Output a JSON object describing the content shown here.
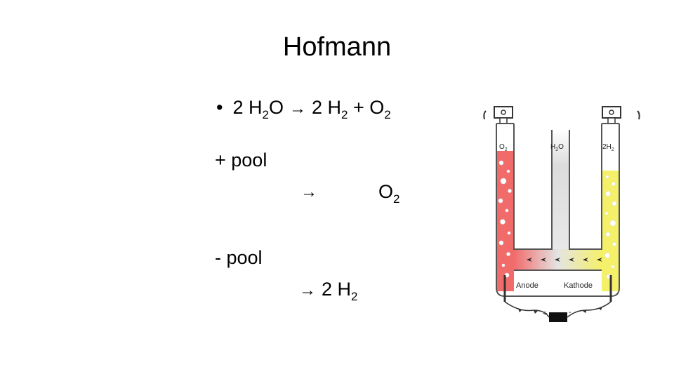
{
  "slide": {
    "title": "Hofmann",
    "equation": {
      "bullet": "•",
      "left": [
        "2 H",
        "2",
        "O"
      ],
      "arrow": "→",
      "right": [
        "2 H",
        "2",
        " + O",
        "2"
      ]
    },
    "plus_pool": "+ pool",
    "plus_arrow": "→",
    "plus_product": [
      "O",
      "2"
    ],
    "minus_pool": "- pool",
    "minus_arrow": "→",
    "minus_product": [
      "2 H",
      "2"
    ]
  },
  "diagram": {
    "labels": {
      "left_tube": "O",
      "left_tube_sub": "2",
      "middle_tube": "H",
      "middle_tube_sub": "2",
      "middle_tube_tail": "O",
      "right_tube": "2H",
      "right_tube_sub": "2",
      "anode": "Anode",
      "cathode": "Kathode",
      "plus": "+",
      "minus": "-"
    },
    "colors": {
      "oxygen_fluid": "#f26b6b",
      "hydrogen_fluid": "#f5f06a",
      "water": "#d9d9d9",
      "glass_outline": "#444444"
    }
  }
}
